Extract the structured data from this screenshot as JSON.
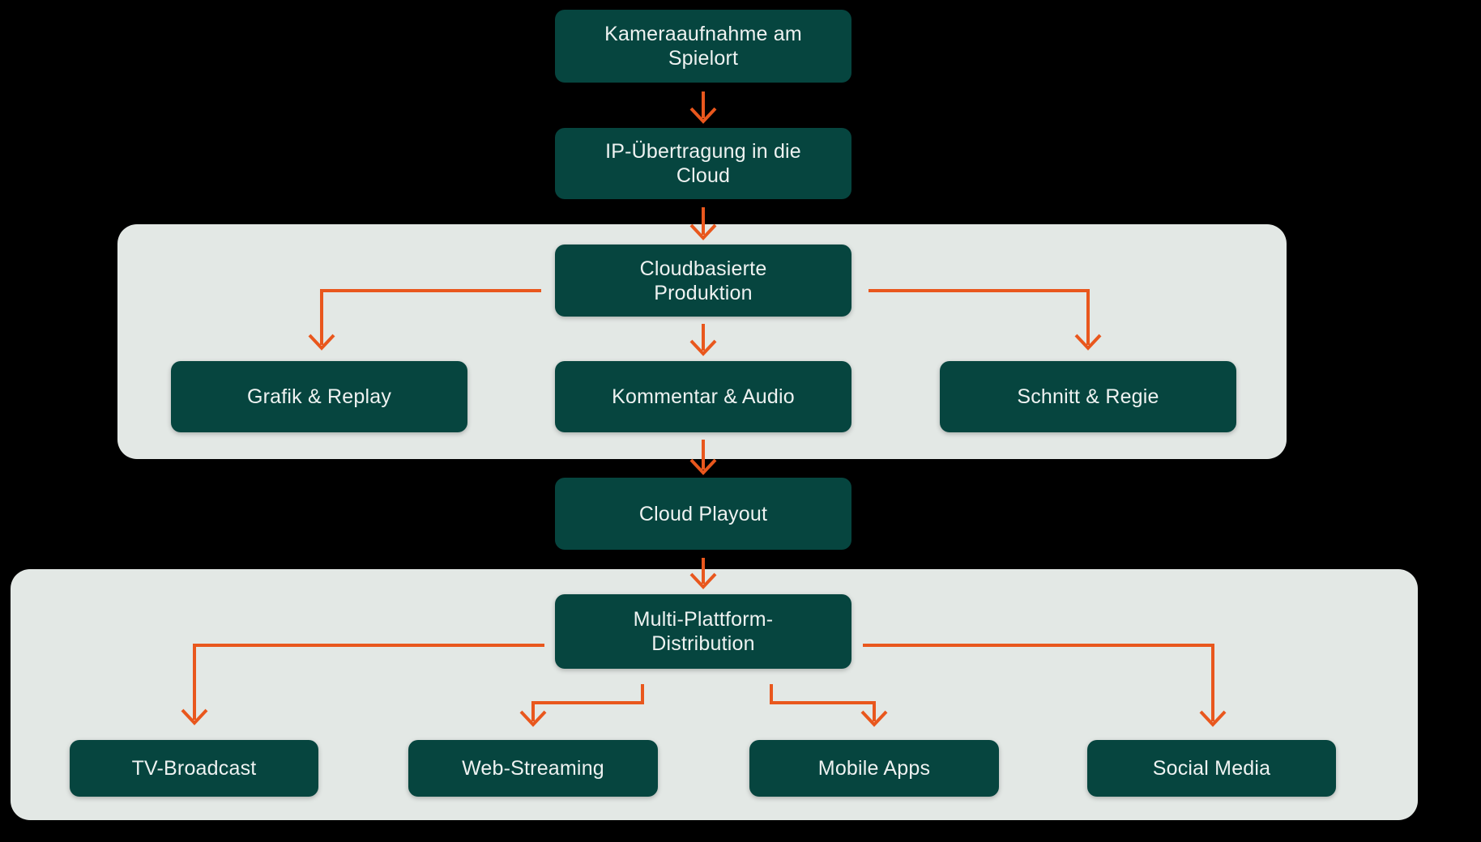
{
  "colors": {
    "background": "#000000",
    "panel": "#e3e8e5",
    "node": "#06453f",
    "node_text": "#eef2f1",
    "arrow": "#e9571d"
  },
  "diagram": {
    "nodes": {
      "camera": {
        "label": "Kameraaufnahme am\nSpielort"
      },
      "ip": {
        "label": "IP-Übertragung in die\nCloud"
      },
      "cloud_production": {
        "label": "Cloudbasierte\nProduktion"
      },
      "graphics": {
        "label": "Grafik & Replay"
      },
      "commentary": {
        "label": "Kommentar & Audio"
      },
      "editing": {
        "label": "Schnitt & Regie"
      },
      "playout": {
        "label": "Cloud Playout"
      },
      "distribution": {
        "label": "Multi-Plattform-\nDistribution"
      },
      "tv": {
        "label": "TV-Broadcast"
      },
      "web": {
        "label": "Web-Streaming"
      },
      "mobile": {
        "label": "Mobile Apps"
      },
      "social": {
        "label": "Social Media"
      }
    },
    "edges": [
      {
        "from": "camera",
        "to": "ip"
      },
      {
        "from": "ip",
        "to": "cloud_production"
      },
      {
        "from": "cloud_production",
        "to": "graphics"
      },
      {
        "from": "cloud_production",
        "to": "commentary"
      },
      {
        "from": "cloud_production",
        "to": "editing"
      },
      {
        "from": "commentary",
        "to": "playout"
      },
      {
        "from": "playout",
        "to": "distribution"
      },
      {
        "from": "distribution",
        "to": "tv"
      },
      {
        "from": "distribution",
        "to": "web"
      },
      {
        "from": "distribution",
        "to": "mobile"
      },
      {
        "from": "distribution",
        "to": "social"
      }
    ]
  }
}
